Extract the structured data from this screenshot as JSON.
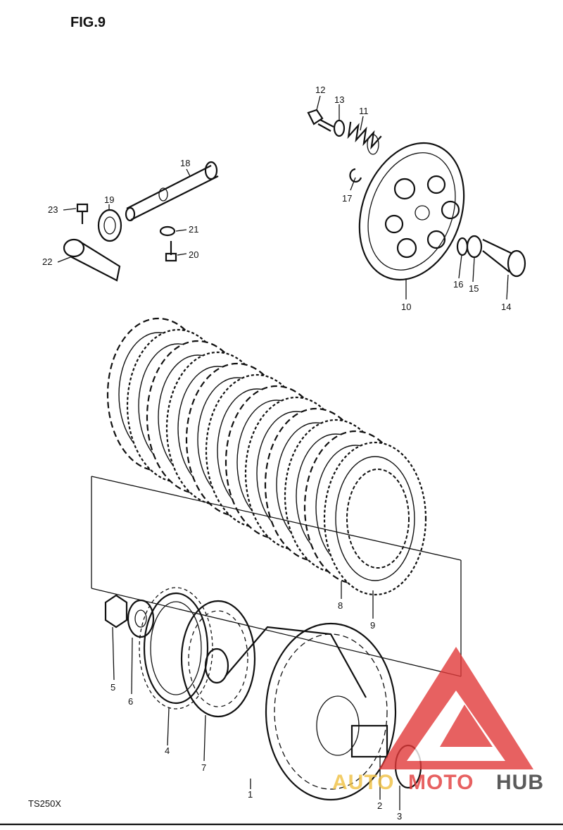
{
  "figure": {
    "title": "FIG.9",
    "model": "TS250X"
  },
  "watermark": {
    "part1": "AUTO",
    "part2": "MOTO",
    "part3": "HUB",
    "color_logo": "#e23a3a",
    "color_dark": "#333333",
    "color_accent": "#f0c040"
  },
  "callouts": [
    {
      "id": "c1",
      "text": "1"
    },
    {
      "id": "c2",
      "text": "2"
    },
    {
      "id": "c3",
      "text": "3"
    },
    {
      "id": "c4",
      "text": "4"
    },
    {
      "id": "c5",
      "text": "5"
    },
    {
      "id": "c6",
      "text": "6"
    },
    {
      "id": "c7",
      "text": "7"
    },
    {
      "id": "c8",
      "text": "8"
    },
    {
      "id": "c9",
      "text": "9"
    },
    {
      "id": "c10",
      "text": "10"
    },
    {
      "id": "c11",
      "text": "11"
    },
    {
      "id": "c12",
      "text": "12"
    },
    {
      "id": "c13",
      "text": "13"
    },
    {
      "id": "c14",
      "text": "14"
    },
    {
      "id": "c15",
      "text": "15"
    },
    {
      "id": "c16",
      "text": "16"
    },
    {
      "id": "c17",
      "text": "17"
    },
    {
      "id": "c18",
      "text": "18"
    },
    {
      "id": "c19",
      "text": "19"
    },
    {
      "id": "c20",
      "text": "20"
    },
    {
      "id": "c21",
      "text": "21"
    },
    {
      "id": "c22",
      "text": "22"
    },
    {
      "id": "c23",
      "text": "23"
    }
  ]
}
